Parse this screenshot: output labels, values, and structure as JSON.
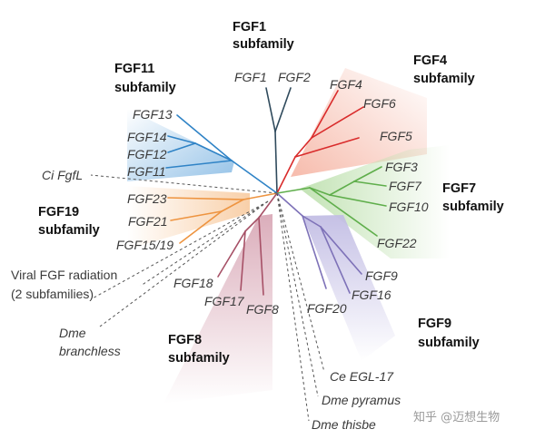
{
  "colors": {
    "fgf1": "#2f4a5c",
    "fgf4": "#d92b2b",
    "fgf7": "#5fae4b",
    "fgf9": "#7e72b8",
    "fgf8": "#a65066",
    "fgf19": "#ee9440",
    "fgf11": "#2f83c6",
    "outgroup": "#555555"
  },
  "families": {
    "fgf1": {
      "line1": "FGF1",
      "line2": "subfamily"
    },
    "fgf4": {
      "line1": "FGF4",
      "line2": "subfamily"
    },
    "fgf7": {
      "line1": "FGF7",
      "line2": "subfamily"
    },
    "fgf9": {
      "line1": "FGF9",
      "line2": "subfamily"
    },
    "fgf8": {
      "line1": "FGF8",
      "line2": "subfamily"
    },
    "fgf19": {
      "line1": "FGF19",
      "line2": "subfamily"
    },
    "fgf11": {
      "line1": "FGF11",
      "line2": "subfamily"
    }
  },
  "leaves": {
    "fgf1": "FGF1",
    "fgf2": "FGF2",
    "fgf4": "FGF4",
    "fgf6": "FGF6",
    "fgf5": "FGF5",
    "fgf3": "FGF3",
    "fgf7": "FGF7",
    "fgf10": "FGF10",
    "fgf22": "FGF22",
    "fgf9": "FGF9",
    "fgf16": "FGF16",
    "fgf20": "FGF20",
    "fgf8": "FGF8",
    "fgf17": "FGF17",
    "fgf18": "FGF18",
    "fgf23": "FGF23",
    "fgf21": "FGF21",
    "fgf15_19": "FGF15/19",
    "fgf13": "FGF13",
    "fgf14": "FGF14",
    "fgf12": "FGF12",
    "fgf11": "FGF11",
    "ci_fgfl": "Ci FgfL",
    "dme_branchless_1": "Dme",
    "dme_branchless_2": "branchless",
    "ce_egl17": "Ce EGL-17",
    "dme_pyramus": "Dme pyramus",
    "dme_thisbe": "Dme thisbe"
  },
  "notes": {
    "viral_1": "Viral FGF radiation",
    "viral_2": "(2 subfamilies)"
  },
  "watermark": "知乎 @迈想生物"
}
